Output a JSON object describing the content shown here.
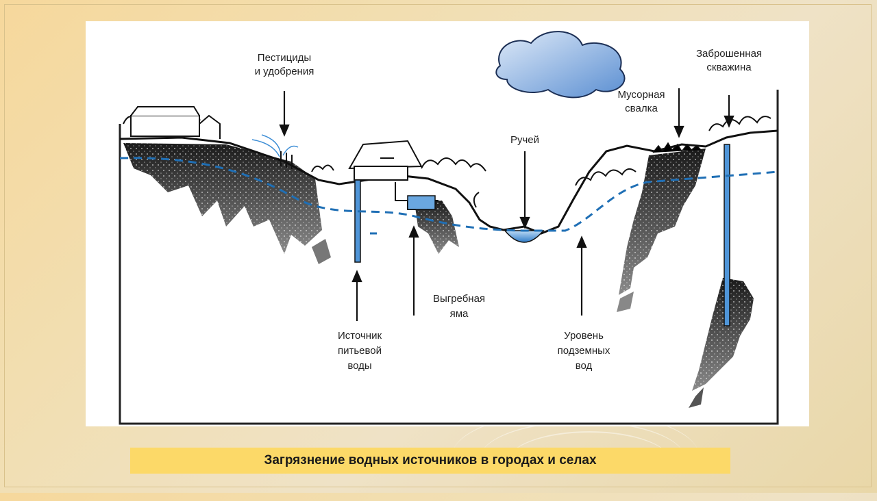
{
  "figure": {
    "labels": {
      "pesticides_l1": "Пестициды",
      "pesticides_l2": "и удобрения",
      "stream": "Ручей",
      "landfill_l1": "Мусорная",
      "landfill_l2": "свалка",
      "abandoned_well_l1": "Заброшенная",
      "abandoned_well_l2": "скважина",
      "cesspool_l1": "Выгребная",
      "cesspool_l2": "яма",
      "drinking_water_l1": "Источник",
      "drinking_water_l2": "питьевой",
      "drinking_water_l3": "воды",
      "groundwater_l1": "Уровень",
      "groundwater_l2": "подземных",
      "groundwater_l3": "вод"
    },
    "colors": {
      "groundwater_line": "#1f6fb5",
      "cloud_fill": "#6f9fd8",
      "pollution_plume": "#3a3a3a",
      "water": "#3f8fd6"
    }
  },
  "caption": {
    "text": "Загрязнение водных  источников в городах и селах"
  }
}
